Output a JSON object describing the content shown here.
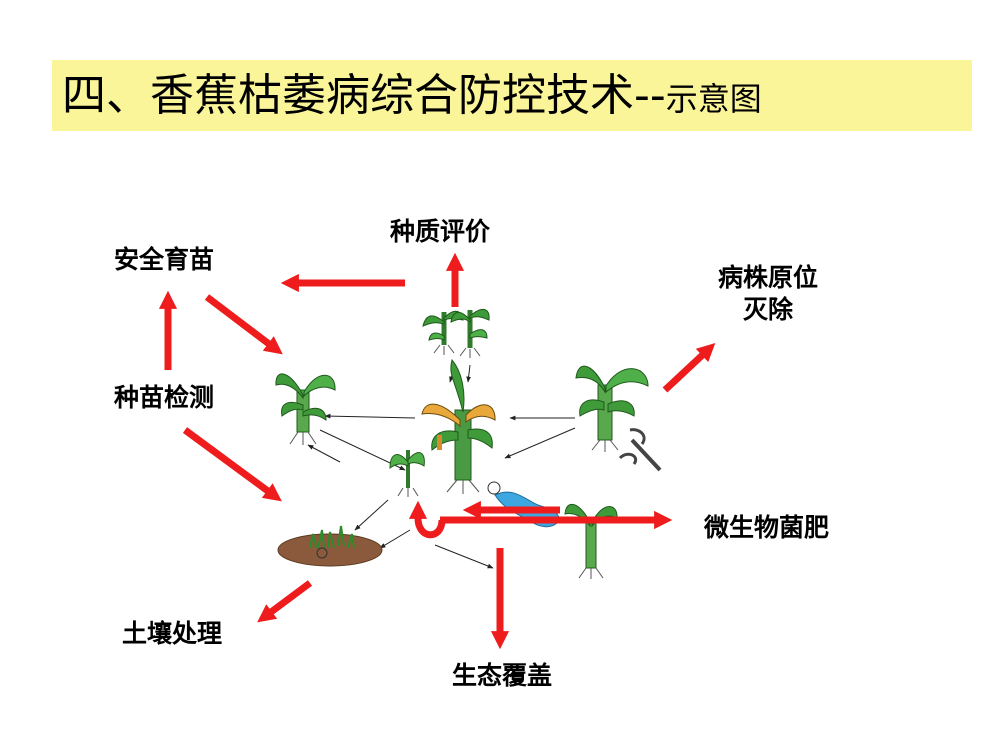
{
  "title": {
    "main": "四、香蕉枯萎病综合防控技术--",
    "suffix": "示意图"
  },
  "labels": {
    "quality_eval": "种质评价",
    "safe_seedling": "安全育苗",
    "seedling_test": "种苗检测",
    "remove_diseased_line1": "病株原位",
    "remove_diseased_line2": "灭除",
    "microbial_fertilizer": "微生物菌肥",
    "soil_treatment": "土壤处理",
    "ecological_mulch": "生态覆盖"
  },
  "colors": {
    "title_bg": "#fbf59a",
    "arrow": "#ee1c1c",
    "leaf": "#3f9a3a",
    "soil": "#8b5a3c",
    "water": "#3fa7df"
  }
}
